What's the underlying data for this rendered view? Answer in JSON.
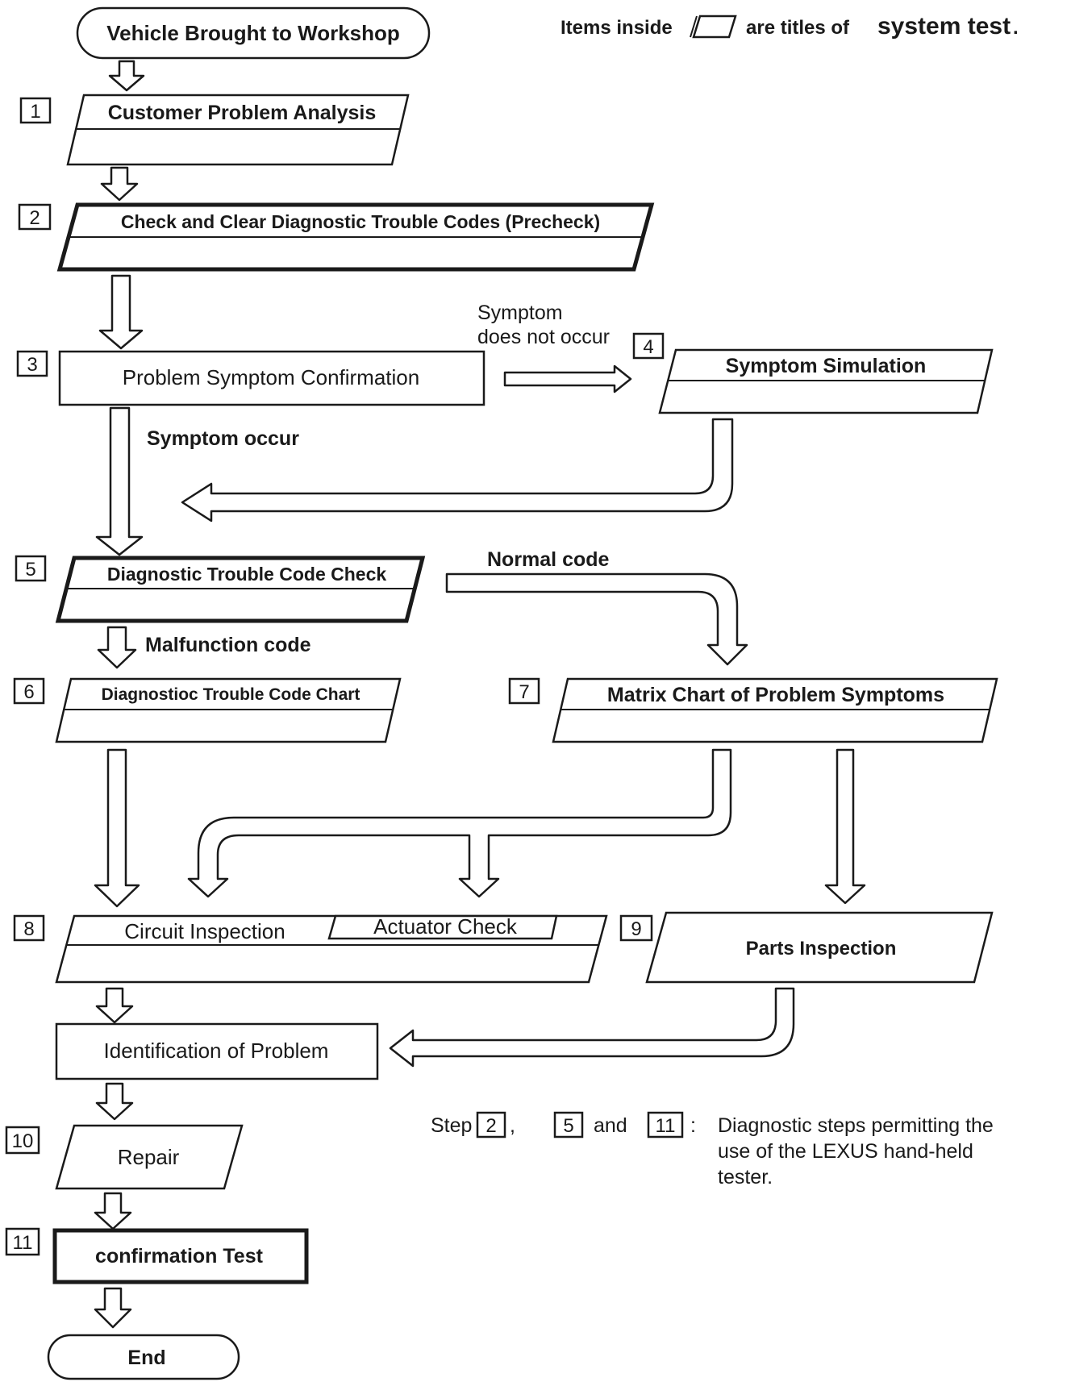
{
  "header": {
    "legend_prefix": "Items inside",
    "legend_suffix": "are titles of",
    "legend_tail": "system test",
    "legend_end": "."
  },
  "nodes": {
    "start": "Vehicle Brought to Workshop",
    "n1": "Customer Problem Analysis",
    "n2": "Check and Clear Diagnostic Trouble Codes (Precheck)",
    "n3": "Problem Symptom Confirmation",
    "n4": "Symptom Simulation",
    "n5": "Diagnostic Trouble Code Check",
    "n6": "Diagnostioc Trouble Code Chart",
    "n7": "Matrix Chart of Problem Symptoms",
    "n8": "Circuit Inspection",
    "n8b": "Actuator Check",
    "n9": "Parts Inspection",
    "ident": "Identification of Problem",
    "n10": "Repair",
    "n11": "confirmation Test",
    "end": "End"
  },
  "steps": {
    "s1": "1",
    "s2": "2",
    "s3": "3",
    "s4": "4",
    "s5": "5",
    "s6": "6",
    "s7": "7",
    "s8": "8",
    "s9": "9",
    "s10": "10",
    "s11": "11"
  },
  "edge_labels": {
    "not_occur_1": "Symptom",
    "not_occur_2": "does not occur",
    "occur": "Symptom occur",
    "normal": "Normal code",
    "malfunction": "Malfunction code"
  },
  "note": {
    "step_word": "Step",
    "n_a": "2",
    "comma": ",",
    "n_b": "5",
    "and_word": "and",
    "n_c": "11",
    "colon": ":",
    "line1": "Diagnostic steps permitting the",
    "line2": "use of the LEXUS hand-held",
    "line3": "tester."
  }
}
